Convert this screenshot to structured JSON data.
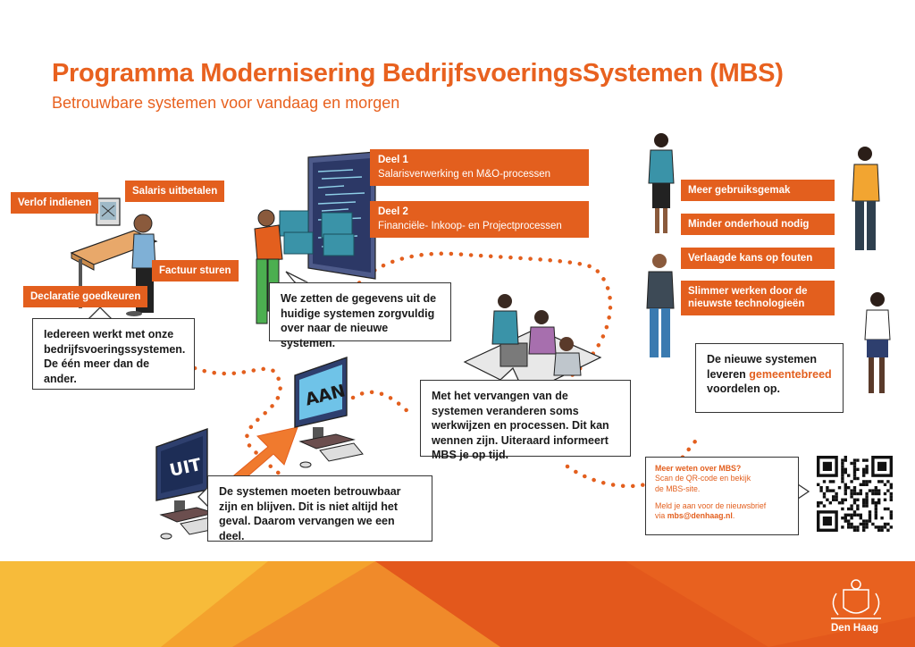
{
  "header": {
    "title": "Programma Modernisering BedrijfsvoeringsSystemen (MBS)",
    "subtitle": "Betrouwbare systemen voor vandaag en morgen"
  },
  "left_tags": {
    "verlof": "Verlof indienen",
    "salaris": "Salaris uitbetalen",
    "factuur": "Factuur sturen",
    "declaratie": "Declaratie goedkeuren"
  },
  "parts": [
    {
      "heading": "Deel 1",
      "text": "Salarisverwerking en M&O-processen"
    },
    {
      "heading": "Deel 2",
      "text": "Financiële- Inkoop- en Projectprocessen"
    }
  ],
  "benefits": [
    "Meer gebruiksgemak",
    "Minder onderhoud nodig",
    "Verlaagde kans op fouten",
    "Slimmer werken door de nieuwste technologieën"
  ],
  "bubbles": {
    "everyone": "Iedereen werkt met onze bedrijfsvoeringssystemen. De één meer dan de ander.",
    "migrate": "We zetten de gegevens uit de huidige systemen zorgvuldig over naar de nieuwe systemen.",
    "change": "Met het vervangen van de systemen veranderen soms werkwijzen en processen. Dit kan wennen zijn. Uiteraard informeert MBS je op tijd.",
    "reliable": "De systemen moeten betrouwbaar zijn en blijven. Dit is niet altijd het geval. Daarom vervangen we een deel.",
    "benefit_pre": "De nieuwe systemen leveren",
    "benefit_hl": "gemeentebreed",
    "benefit_post": "voordelen op."
  },
  "screens": {
    "off": "UIT",
    "on": "AAN"
  },
  "info": {
    "q": "Meer weten over MBS?",
    "line1": "Scan de QR-code en bekijk",
    "line2": "de MBS-site.",
    "line3": "Meld je aan voor de nieuwsbrief",
    "line4_pre": "via",
    "email": "mbs@denhaag.nl",
    "line4_post": "."
  },
  "logo": {
    "name": "Den Haag",
    "icon": "den-haag-coat-of-arms-icon"
  },
  "colors": {
    "accent": "#e35f1e",
    "footer_light": "#f4a22d",
    "footer_dark": "#e3581c"
  }
}
